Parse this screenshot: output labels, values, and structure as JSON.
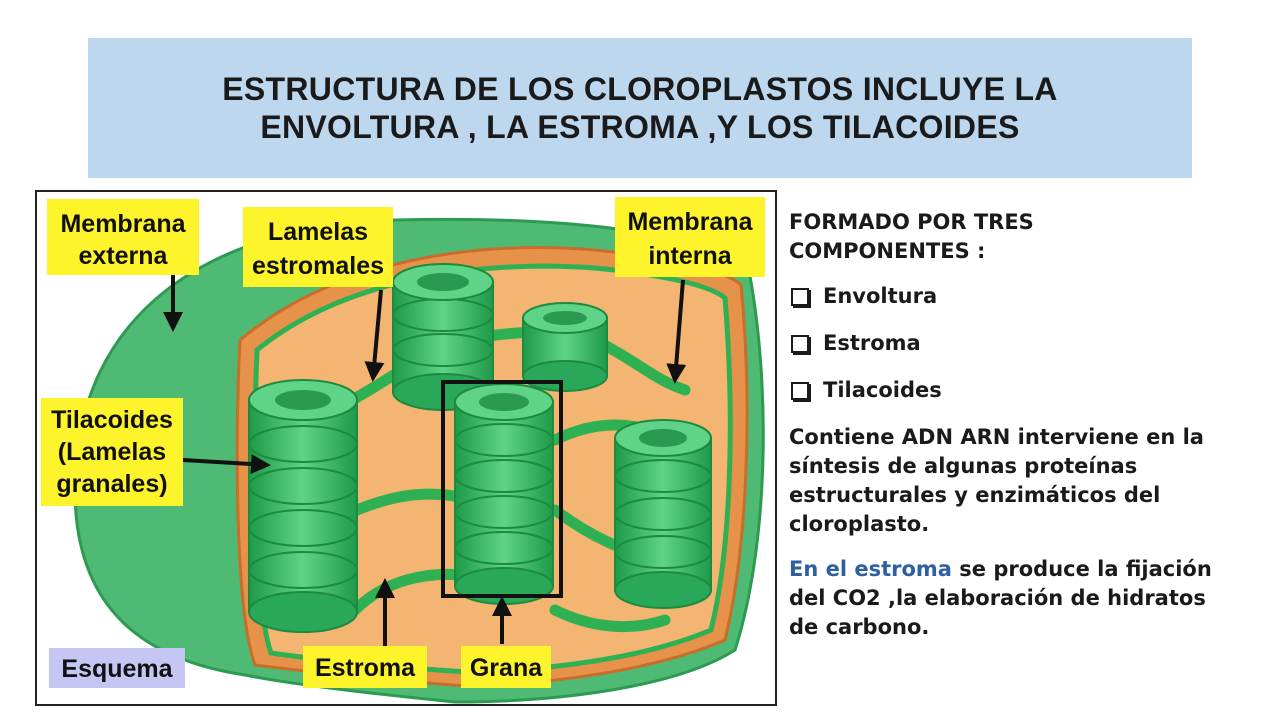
{
  "title": {
    "line1": "ESTRUCTURA DE LOS CLOROPLASTOS  INCLUYE LA",
    "line2": "ENVOLTURA , LA ESTROMA ,Y LOS TILACOIDES"
  },
  "diagram": {
    "labels": {
      "membrana_externa": [
        "Membrana",
        "externa"
      ],
      "lamelas_estromales": [
        "Lamelas",
        "estromales"
      ],
      "membrana_interna": [
        "Membrana",
        "interna"
      ],
      "tilacoides": [
        "Tilacoides",
        "(Lamelas",
        "granales)"
      ],
      "esquema": "Esquema",
      "estroma": "Estroma",
      "grana": "Grana"
    },
    "colors": {
      "label_bg": "#fdf42c",
      "esquema_bg": "#c6c6f4",
      "stroma": "#f4b673",
      "membrane_green": "#2fb153",
      "outer_green": "#51bb76",
      "thylakoid_green": "#3dbb67"
    }
  },
  "text": {
    "heading": "FORMADO POR TRES COMPONENTES :",
    "items": [
      "Envoltura",
      "Estroma",
      "Tilacoides"
    ],
    "paragraph1": "Contiene ADN ARN  interviene en la síntesis de algunas proteínas  estructurales y enzimáticos  del cloroplasto.",
    "paragraph2_highlight": "En el estroma",
    "paragraph2_rest": " se produce la fijación del CO2 ,la elaboración de hidratos de carbono."
  }
}
